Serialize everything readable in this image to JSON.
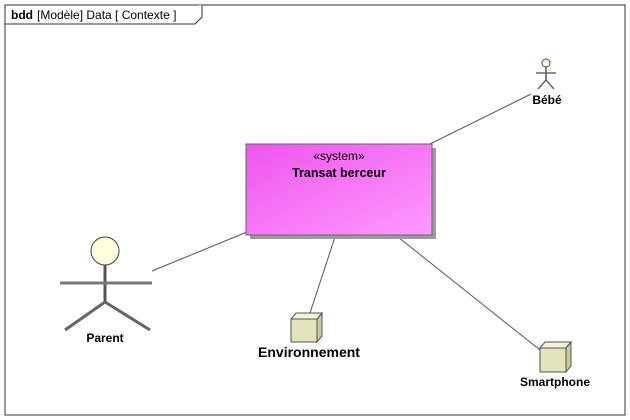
{
  "frame": {
    "kind": "bdd",
    "title": "[Modèle] Data [ Contexte ]"
  },
  "system_block": {
    "stereotype": "«system»",
    "name": "Transat berceur",
    "fill_top": "#f066f0",
    "fill_bottom": "#ff88ff"
  },
  "actors": {
    "parent": {
      "label": "Parent"
    },
    "baby": {
      "label": "Bébé"
    }
  },
  "external_blocks": {
    "environment": {
      "label": "Environnement"
    },
    "smartphone": {
      "label": "Smartphone"
    }
  },
  "colors": {
    "actor_fill": "#ffffe0",
    "node_fill": "#e8e8c0",
    "line": "#555555",
    "frame": "#333333"
  }
}
